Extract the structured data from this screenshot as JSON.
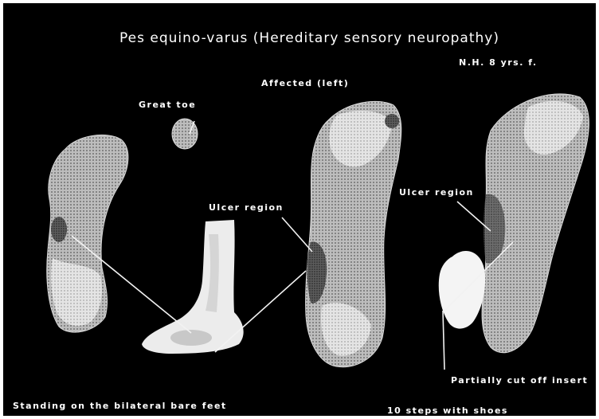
{
  "title": "Pes equino-varus (Hereditary sensory neuropathy)",
  "patient_info": "N.H.  8 yrs. f.",
  "labels": {
    "affected": "Affected (left)",
    "great_toe": "Great toe",
    "ulcer_region_left": "Ulcer region",
    "ulcer_region_right": "Ulcer region",
    "partially_cut_off_insert": "Partially cut off insert"
  },
  "captions": {
    "bare_feet": "Standing on the bilateral bare feet",
    "with_shoes": "10 steps with shoes"
  }
}
